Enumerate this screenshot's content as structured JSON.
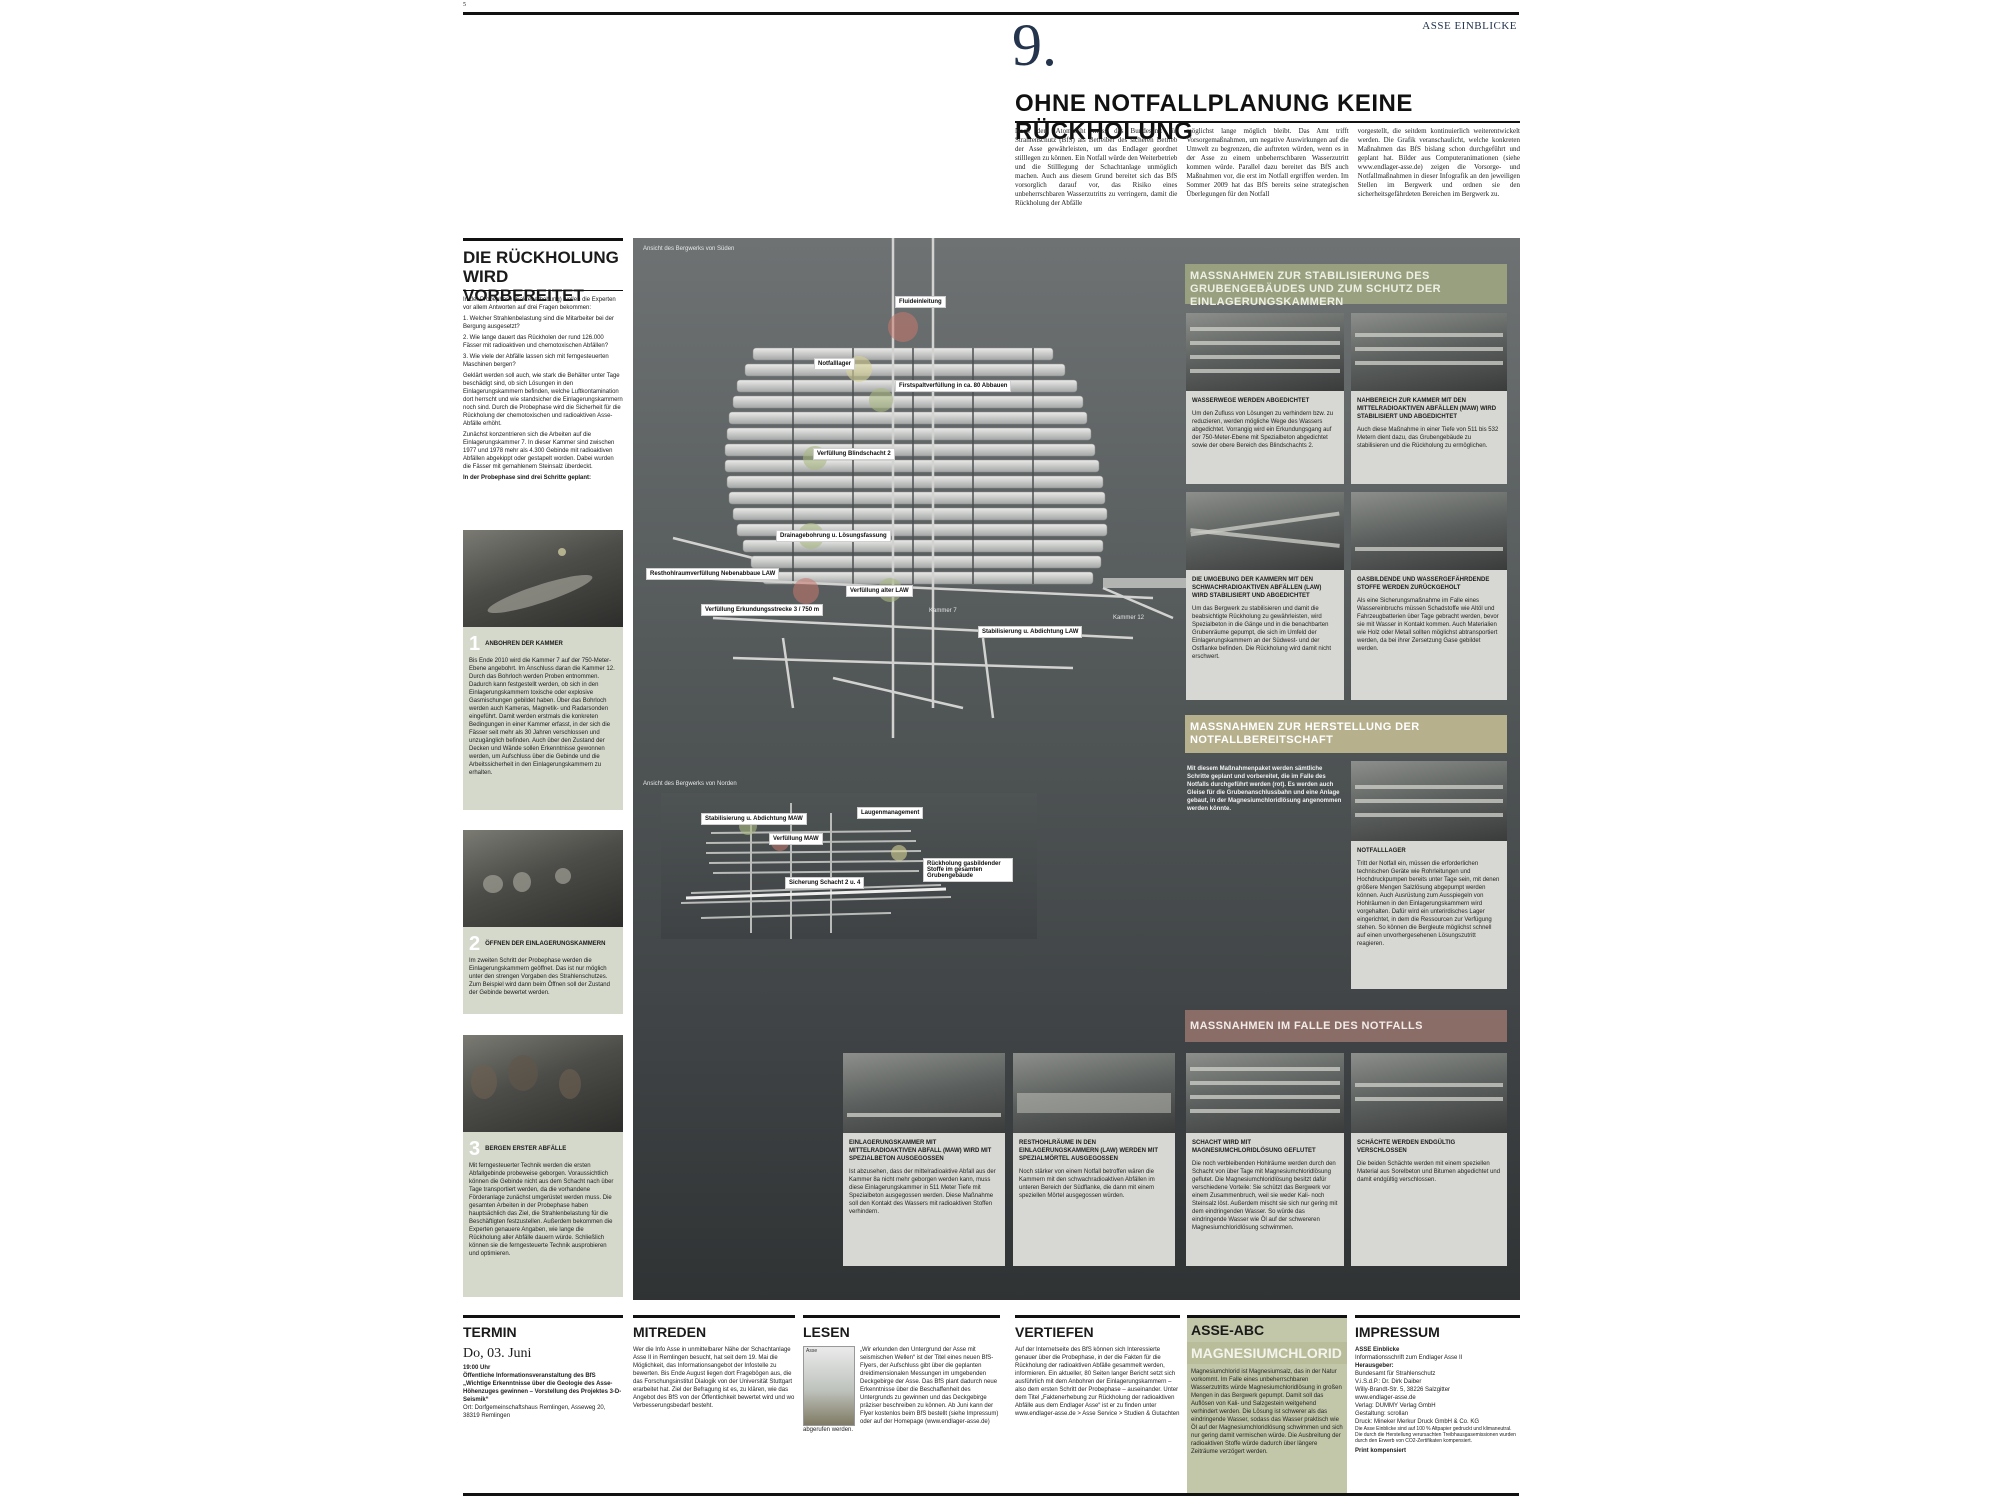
{
  "page": {
    "page_number": "5",
    "issue_number": "9.",
    "kicker": "ASSE EINBLICKE",
    "headline": "OHNE NOTFALLPLANUNG KEINE RÜCKHOLUNG",
    "intro": [
      "Nach dem Atomrecht muss das Bundesamt für Strahlenschutz (BfS) als Betreiber des sicheren Betrieb der Asse gewährleisten, um das Endlager geordnet stilllegen zu können. Ein Notfall würde den Weiterbetrieb und die Stilllegung der Schachtanlage unmöglich machen. Auch aus diesem Grund bereitet sich das BfS vorsorglich darauf vor, das Risiko eines unbeherrschbaren Wasserzutritts zu verringern, damit die Rückholung der Abfälle",
      "möglichst lange möglich bleibt. Das Amt trifft Vorsorgemaßnahmen, um negative Auswirkungen auf die Umwelt zu begrenzen, die auftreten würden, wenn es in der Asse zu einem unbeherrschbaren Wasserzutritt kommen würde. Parallel dazu bereitet das BfS auch Maßnahmen vor, die erst im Notfall ergriffen werden. Im Sommer 2009 hat das BfS bereits seine strategischen Überlegungen für den Notfall",
      "vorgestellt, die seitdem kontinuierlich weiterentwickelt werden. Die Grafik veranschaulicht, welche konkreten Maßnahmen das BfS bislang schon durchgeführt und geplant hat. Bilder aus Computeranimationen (siehe www.endlager-asse.de) zeigen die Vorsorge- und Notfallmaßnahmen in dieser Infografik an den jeweiligen Stellen im Bergwerk und ordnen sie den sicherheitsgefährdeten Bereichen im Bergwerk zu."
    ]
  },
  "sidebar": {
    "title": "DIE RÜCKHOLUNG WIRD VORBEREITET",
    "paragraphs": [
      "In der Probephase (Faktenerhebung) wollen die Experten vor allem Antworten auf drei Fragen bekommen:",
      "1. Welcher Strahlenbelastung sind die Mitarbeiter bei der Bergung ausgesetzt?",
      "2. Wie lange dauert das Rückholen der rund 126.000 Fässer mit radioaktiven und chemotoxischen Abfällen?",
      "3. Wie viele der Abfälle lassen sich mit ferngesteuerten Maschinen bergen?",
      "Geklärt werden soll auch, wie stark die Behälter unter Tage beschädigt sind, ob sich Lösungen in den Einlagerungskammern befinden, welche Luftkontamination dort herrscht und wie standsicher die Einlagerungskammern noch sind. Durch die Probephase wird die Sicherheit für die Rückholung der chemotoxischen und radioaktiven Asse-Abfälle erhöht.",
      "Zunächst konzentrieren sich die Arbeiten auf die Einlagerungskammer 7. In dieser Kammer sind zwischen 1977 und 1978 mehr als 4.300 Gebinde mit radioaktiven Abfällen abgekippt oder gestapelt worden. Dabei wurden die Fässer mit gemahlenem Steinsalz überdeckt."
    ],
    "steps_intro": "In der Probephase sind drei Schritte geplant:",
    "steps": [
      {
        "num": "1",
        "title": "ANBOHREN DER KAMMER",
        "body": "Bis Ende 2010 wird die Kammer 7 auf der 750-Meter-Ebene angebohrt. Im Anschluss daran die Kammer 12. Durch das Bohrloch werden Proben entnommen. Dadurch kann festgestellt werden, ob sich in den Einlagerungskammern toxische oder explosive Gasmischungen gebildet haben. Über das Bohrloch werden auch Kameras, Magnetik- und Radarsonden eingeführt. Damit werden erstmals die konkreten Bedingungen in einer Kammer erfasst, in der sich die Fässer seit mehr als 30 Jahren verschlossen und unzugänglich befinden. Auch über den Zustand der Decken und Wände sollen Erkenntnisse gewonnen werden, um Aufschluss über die Gebinde und die Arbeitssicherheit in den Einlagerungskammern zu erhalten."
      },
      {
        "num": "2",
        "title": "ÖFFNEN DER EINLAGERUNGSKAMMERN",
        "body": "Im zweiten Schritt der Probephase werden die Einlagerungskammern geöffnet. Das ist nur möglich unter den strengen Vorgaben des Strahlenschutzes. Zum Beispiel wird dann beim Öffnen soll der Zustand der Gebinde bewertet werden."
      },
      {
        "num": "3",
        "title": "BERGEN ERSTER ABFÄLLE",
        "body": "Mit ferngesteuerter Technik werden die ersten Abfallgebinde probeweise geborgen. Voraussichtlich können die Gebinde nicht aus dem Schacht nach über Tage transportiert werden, da die vorhandene Förderanlage zunächst umgerüstet werden muss. Die gesamten Arbeiten in der Probephase haben hauptsächlich das Ziel, die Strahlenbelastung für die Beschäftigten festzustellen. Außerdem bekommen die Experten genauere Angaben, wie lange die Rückholung aller Abfälle dauern würde. Schließlich können sie die ferngesteuerte Technik ausprobieren und optimieren."
      }
    ]
  },
  "graphic": {
    "view_south": "Ansicht des Bergwerks von Süden",
    "view_north": "Ansicht des Bergwerks von Norden",
    "callouts_south": [
      "Fluideinleitung",
      "Notfalllager",
      "Firstspaltverfüllung in ca. 80 Abbauen",
      "Verfüllung Blindschacht 2",
      "Drainagebohrung u. Lösungsfassung",
      "Resthohlraumverfüllung Nebenabbaue LAW",
      "Verfüllung alter LAW",
      "Verfüllung Erkundungsstrecke 3 / 750 m",
      "Kammer 7",
      "Kammer 12",
      "Stabilisierung u. Abdichtung LAW"
    ],
    "callouts_north": [
      "Stabilisierung u. Abdichtung MAW",
      "Laugenmanagement",
      "Verfüllung MAW",
      "Rückholung gasbildender Stoffe im gesamten Grubengebäude",
      "Sicherung Schacht 2 u. 4"
    ]
  },
  "sections": {
    "stabilisierung": {
      "title": "MASSNAHMEN ZUR STABILISIERUNG DES GRUBENGEBÄUDES UND ZUM SCHUTZ DER EINLAGERUNGSKAMMERN",
      "cards": [
        {
          "title": "WASSERWEGE WERDEN ABGEDICHTET",
          "body": "Um den Zufluss von Lösungen zu verhindern bzw. zu reduzieren, werden mögliche Wege des Wassers abgedichtet. Vorrangig wird ein Erkundungsgang auf der 750-Meter-Ebene mit Spezialbeton abgedichtet sowie der obere Bereich des Blindschachts 2."
        },
        {
          "title": "NAHBEREICH ZUR KAMMER MIT DEN MITTELRADIOAKTIVEN ABFÄLLEN (MAW) WIRD STABILISIERT UND ABGEDICHTET",
          "body": "Auch diese Maßnahme in einer Tiefe von 511 bis 532 Metern dient dazu, das Grubengebäude zu stabilisieren und die Rückholung zu ermöglichen."
        },
        {
          "title": "DIE UMGEBUNG DER KAMMERN MIT DEN SCHWACHRADIOAKTIVEN ABFÄLLEN (LAW) WIRD STABILISIERT UND ABGEDICHTET",
          "body": "Um das Bergwerk zu stabilisieren und damit die beabsichtigte Rückholung zu gewährleisten, wird Spezialbeton in die Gänge und in die benachbarten Grubenräume gepumpt, die sich im Umfeld der Einlagerungskammern an der Südwest- und der Ostflanke befinden. Die Rückholung wird damit nicht erschwert."
        },
        {
          "title": "GASBILDENDE UND WASSERGEFÄHRDENDE STOFFE WERDEN ZURÜCKGEHOLT",
          "body": "Als eine Sicherungsmaßnahme im Falle eines Wassereinbruchs müssen Schadstoffe wie Altöl und Fahrzeugbatterien über Tage gebracht werden, bevor sie mit Wasser in Kontakt kommen. Auch Materialien wie Holz oder Metall sollten möglichst abtransportiert werden, da bei ihrer Zersetzung Gase gebildet werden."
        }
      ]
    },
    "bereitschaft": {
      "title": "MASSNAHMEN ZUR HERSTELLUNG DER NOTFALLBEREITSCHAFT",
      "intro": "Mit diesem Maßnahmenpaket werden sämtliche Schritte geplant und vorbereitet, die im Falle des Notfalls durchgeführt werden (rot). Es werden auch Gleise für die Grubenanschlussbahn und eine Anlage gebaut, in der Magnesiumchloridlösung angenommen werden könnte.",
      "card": {
        "title": "NOTFALLLAGER",
        "body": "Tritt der Notfall ein, müssen die erforderlichen technischen Geräte wie Rohrleitungen und Hochdruckpumpen bereits unter Tage sein, mit denen größere Mengen Salzlösung abgepumpt werden können. Auch Ausrüstung zum Ausspiegeln von Hohlräumen in den Einlagerungskammern wird vorgehalten. Dafür wird ein unterirdisches Lager eingerichtet, in dem die Ressourcen zur Verfügung stehen. So können die Bergleute möglichst schnell auf einen unvorhergesehenen Lösungszutritt reagieren."
      }
    },
    "notfall": {
      "title": "MASSNAHMEN IM FALLE DES NOTFALLS",
      "cards": [
        {
          "title": "EINLAGERUNGSKAMMER MIT MITTELRADIOAKTIVEN ABFALL (MAW) WIRD MIT SPEZIALBETON AUSGEGOSSEN",
          "body": "Ist abzusehen, dass der mittelradioaktive Abfall aus der Kammer 8a nicht mehr geborgen werden kann, muss diese Einlagerungskammer in 511 Meter Tiefe mit Spezialbeton ausgegossen werden. Diese Maßnahme soll den Kontakt des Wassers mit radioaktiven Stoffen verhindern."
        },
        {
          "title": "RESTHOHLRÄUME IN DEN EINLAGERUNGSKAMMERN (LAW) WERDEN MIT SPEZIALMÖRTEL AUSGEGOSSEN",
          "body": "Noch stärker von einem Notfall betroffen wären die Kammern mit den schwachradioaktiven Abfällen im unteren Bereich der Südflanke, die dann mit einem speziellen Mörtel ausgegossen würden."
        },
        {
          "title": "SCHACHT WIRD MIT MAGNESIUMCHLORIDLÖSUNG GEFLUTET",
          "body": "Die noch verbleibenden Hohlräume werden durch den Schacht von über Tage mit Magnesiumchloridlösung geflutet. Die Magnesiumchloridlösung besitzt dafür verschiedene Vorteile: Sie schützt das Bergwerk vor einem Zusammenbruch, weil sie weder Kali- noch Steinsalz löst. Außerdem mischt sie sich nur gering mit dem eindringenden Wasser. So würde das eindringende Wasser wie Öl auf der schwereren Magnesiumchloridlösung schwimmen."
        },
        {
          "title": "SCHÄCHTE WERDEN ENDGÜLTIG VERSCHLOSSEN",
          "body": "Die beiden Schächte werden mit einem speziellen Material aus Sorelbeton und Bitumen abgedichtet und damit endgültig verschlossen."
        }
      ]
    }
  },
  "footer": {
    "termin": {
      "head": "TERMIN",
      "date": "Do, 03. Juni",
      "time": "19:00 Uhr",
      "event": "Öffentliche Informationsveranstaltung des BfS „Wichtige Erkenntnisse über die Geologie des Asse-Höhenzuges gewinnen – Vorstellung des Projektes 3-D-Seismik“",
      "place": "Ort: Dorfgemeinschaftshaus Remlingen, Asseweg 20, 38319 Remlingen"
    },
    "mitreden": {
      "head": "MITREDEN",
      "body": "Wer die Info Asse in unmittelbarer Nähe der Schachtanlage Asse II in Remlingen besucht, hat seit dem 19. Mai die Möglichkeit, das Informationsangebot der Infostelle zu bewerten. Bis Ende August liegen dort Fragebögen aus, die das Forschungsinstitut Dialogik von der Universität Stuttgart erarbeitet hat. Ziel der Befragung ist es, zu klären, wie das Angebot des BfS von der Öffentlichkeit bewertet wird und wo Verbesserungsbedarf besteht."
    },
    "lesen": {
      "head": "LESEN",
      "flyer_label": "Asse",
      "body": "„Wir erkunden den Untergrund der Asse mit seismischen Wellen“ ist der Titel eines neuen BfS-Flyers, der Aufschluss gibt über die geplanten dreidimensionalen Messungen im umgebenden Deckgebirge der Asse. Das BfS plant dadurch neue Erkenntnisse über die Beschaffenheit des Untergrunds zu gewinnen und das Deckgebirge präziser beschreiben zu können. Ab Juni kann der Flyer kostenlos beim BfS bestellt (siehe Impressum) oder auf der Homepage (www.endlager-asse.de) abgerufen werden."
    },
    "vertiefen": {
      "head": "VERTIEFEN",
      "body": "Auf der Internetseite des BfS können sich Interessierte genauer über die Probephase, in der die Fakten für die Rückholung der radioaktiven Abfälle gesammelt werden, informieren. Ein aktueller, 80 Seiten langer Bericht setzt sich ausführlich mit dem Anbohren der Einlagerungskammern – also dem ersten Schritt der Probephase – auseinander. Unter dem Titel „Faktenerhebung zur Rückholung der radioaktiven Abfälle aus dem Endlager Asse“ ist er zu finden unter www.endlager-asse.de > Asse Service > Studien & Gutachten"
    },
    "abc": {
      "head": "ASSE-ABC",
      "term": "MAGNESIUMCHLORID",
      "body": "Magnesiumchlorid ist Magnesiumsalz, das in der Natur vorkommt. Im Falle eines unbeherrschbaren Wasserzutritts würde Magnesiumchloridlösung in großen Mengen in das Bergwerk gepumpt. Damit soll das Auflösen von Kali- und Salzgestein weitgehend verhindert werden. Die Lösung ist schwerer als das eindringende Wasser, sodass das Wasser praktisch wie Öl auf der Magnesiumchloridlösung schwimmen und sich nur gering damit vermischen würde. Die Ausbreitung der radioaktiven Stoffe würde dadurch über längere Zeiträume verzögert werden."
    },
    "impressum": {
      "head": "IMPRESSUM",
      "lines": [
        "ASSE Einblicke",
        "Informationsschrift zum Endlager Asse II",
        "Herausgeber:",
        "Bundesamt für Strahlenschutz",
        "V.i.S.d.P.: Dr. Dirk Daiber",
        "Willy-Brandt-Str. 5, 38226 Salzgitter",
        "www.endlager-asse.de",
        "Verlag: DUMMY Verlag GmbH",
        "Gestaltung: scrollan",
        "Druck: Mineker Merkur Druck GmbH & Co. KG",
        "Die Asse Einblicke sind auf 100 % Altpapier gedruckt und klimaneutral.",
        "Die durch die Herstellung verursachten Treibhausgasemissionen wurden durch den Erwerb von CO2-Zertifikaten kompensiert."
      ],
      "badge": "Print kompensiert"
    }
  }
}
